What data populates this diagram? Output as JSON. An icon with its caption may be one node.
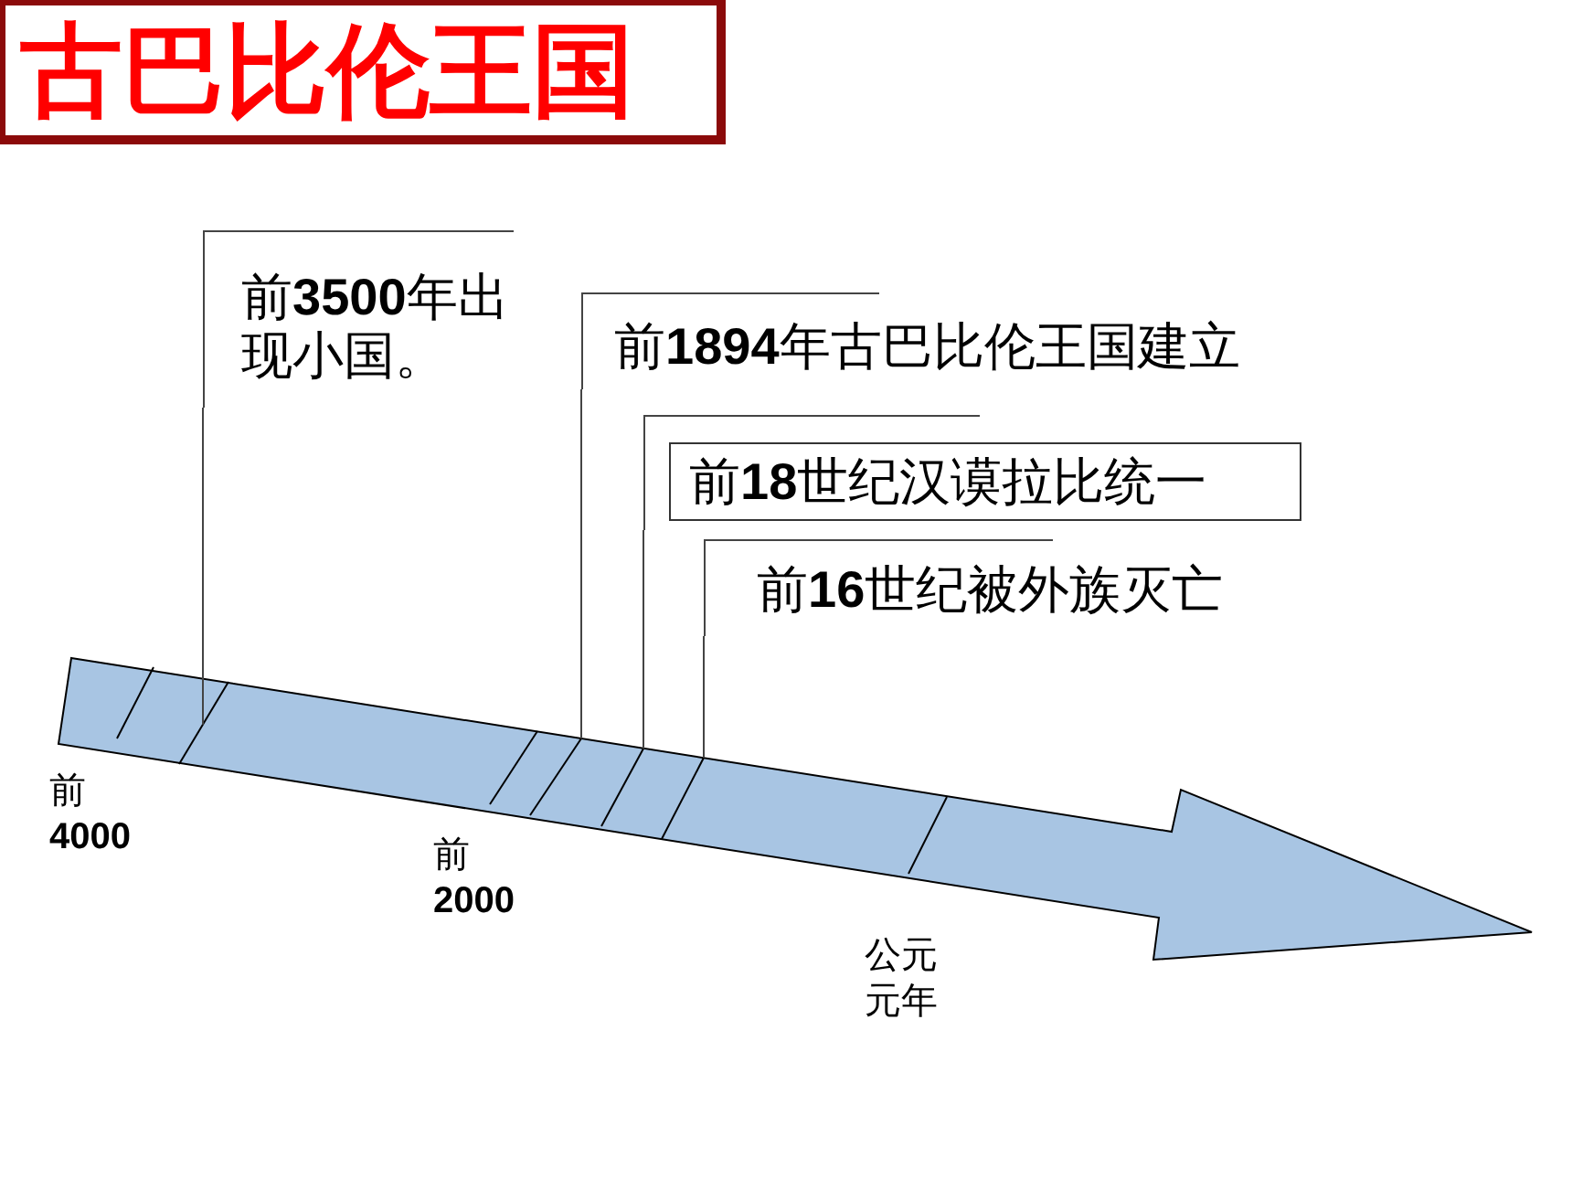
{
  "diagram": {
    "title": "古巴比伦王国",
    "nodes": [
      {
        "text": [
          "前**3500**年出现小国。"
        ]
      },
      {
        "text": [
          "前**1894**年古巴比伦王国建立"
        ]
      },
      {
        "text": [
          "前**18**世纪汉谟拉比统一"
        ]
      },
      {
        "text": [
          "前**16**世纪被外族灭亡"
        ]
      },
      {
        "text": [],
        "shape": "line"
      },
      {
        "text": [],
        "shape": "line"
      },
      {
        "text": [],
        "shape": "line"
      },
      {
        "text": [],
        "shape": "line"
      }
    ],
    "edges": [
      {
        "from": 0,
        "to": 4,
        "arrow": "none"
      },
      {
        "from": 1,
        "to": 5,
        "arrow": "none"
      },
      {
        "from": 2,
        "to": 6,
        "arrow": "none"
      },
      {
        "from": 3,
        "to": 7,
        "arrow": "none"
      }
    ],
    "labels": [
      "前**4000**",
      "前**2000**",
      "公元元年"
    ]
  }
}
